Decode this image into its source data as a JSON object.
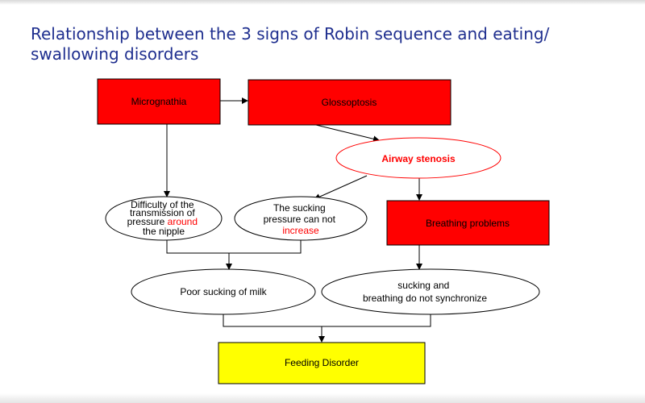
{
  "title": {
    "line1": "Relationship between the 3 signs of Robin sequence and eating/",
    "line2": "swallowing disorders"
  },
  "colors": {
    "title": "#1f2f8f",
    "red_fill": "#ff0000",
    "yellow_fill": "#ffff00",
    "highlight_text": "#ff0000",
    "stroke": "#000000"
  },
  "nodes": {
    "micrognathia": {
      "label": "Micrognathia"
    },
    "glossoptosis": {
      "label": "Glossoptosis"
    },
    "airway_stenosis": {
      "label": "Airway stenosis"
    },
    "difficulty_transmission": {
      "line1": "Difficulty of the",
      "line2": "transmission of",
      "line3_a": "pressure ",
      "line3_b": "around",
      "line4": "the nipple"
    },
    "sucking_pressure": {
      "line1": "The sucking",
      "line2": "pressure can not",
      "line3": "increase"
    },
    "breathing_problems": {
      "label": "Breathing problems"
    },
    "poor_sucking": {
      "label": "Poor sucking of milk"
    },
    "not_synchronize": {
      "line1": "sucking and",
      "line2": "breathing do not synchronize"
    },
    "feeding_disorder": {
      "label": "Feeding Disorder"
    }
  }
}
